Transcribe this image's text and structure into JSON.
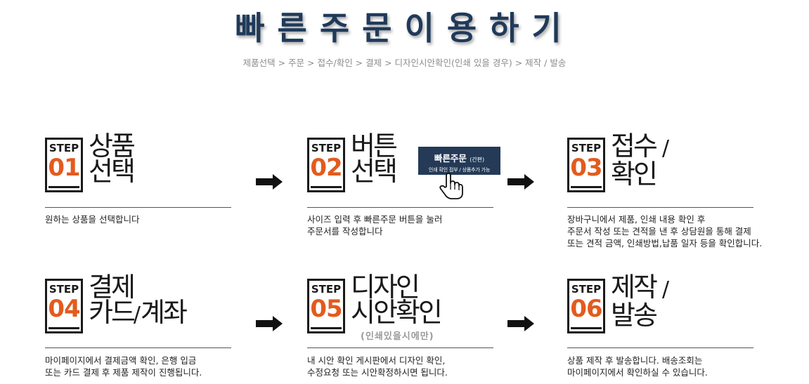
{
  "header": {
    "title": "빠른주문이용하기",
    "process": "제품선택 > 주문 > 접수/확인 > 결제 > 디자인시안확인(인쇄 있을 경우) > 제작 / 발송"
  },
  "steps": [
    {
      "label": "STEP",
      "number": "01",
      "name_line1": "상품",
      "name_line2": "선택",
      "description": "원하는 상품을 선택합니다"
    },
    {
      "label": "STEP",
      "number": "02",
      "name_line1": "버튼",
      "name_line2": "선택",
      "description": "사이즈 입력 후 빠른주문 버튼을 눌러\n주문서를 작성합니다",
      "button": {
        "label": "빠른주문",
        "label_note": "(간편)",
        "sublabel": "인쇄 확인 접부 / 상품추가 가능"
      }
    },
    {
      "label": "STEP",
      "number": "03",
      "name_line1": "접수",
      "name_slash": "/",
      "name_line2": "확인",
      "description": "장바구니에서 제품, 인쇄 내용 확인 후\n주문서 작성 또는 견적을 낸 후 상담원을 통해 결제\n또는 견적 금액, 인쇄방법,납품 일자 등을 확인합니다."
    },
    {
      "label": "STEP",
      "number": "04",
      "name_line1": "결제",
      "name_line2": "카드",
      "name_slash": "/",
      "name_line2b": "계좌",
      "description": "마이페이지에서 결제금액 확인, 은행 입금\n또는 카드 결제 후 제품 제작이 진행됩니다."
    },
    {
      "label": "STEP",
      "number": "05",
      "name_line1": "디자인",
      "name_line2": "시안확인",
      "note": "(인쇄있을시에만)",
      "description": "내 시안 확인 게시판에서 디자인 확인,\n수정요청 또는 시안확정하시면 됩니다."
    },
    {
      "label": "STEP",
      "number": "06",
      "name_line1": "제작",
      "name_slash": "/",
      "name_line2": "발송",
      "description": "상품 제작 후 발송합니다. 배송조회는\n마이페이지에서 확인하실 수 있습니다."
    }
  ],
  "icons": {
    "arrow": "arrow-right-icon",
    "hand": "pointer-hand-icon"
  },
  "colors": {
    "title": "#1f3a5a",
    "step_number": "#e35b1d",
    "button_bg": "#243a57",
    "subtitle": "#8c8c8c"
  }
}
